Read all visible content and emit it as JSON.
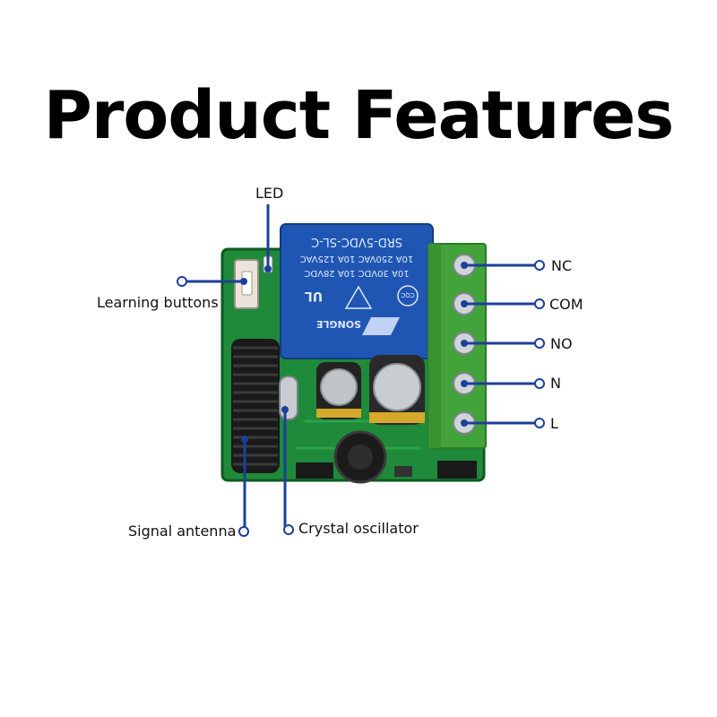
{
  "title": "Product Features",
  "colors": {
    "pcb": "#1f8a3a",
    "relay": "#1f56b3",
    "terminal": "#43a33b",
    "leader_line": "#1c3f9a"
  },
  "relay": {
    "line1": "SRD-5VDC-SL-C",
    "line2": "10A 250VAC 10A 125VAC",
    "line3": "10A 30VDC 10A 28VDC",
    "brand": "SONGLE",
    "cert_ul": "UL",
    "cert_cqc": "CQC"
  },
  "labels": {
    "led": "LED",
    "learning_buttons": "Learning buttons",
    "signal_antenna": "Signal antenna",
    "crystal_oscillator": "Crystal oscillator",
    "nc": "NC",
    "com": "COM",
    "no": "NO",
    "n": "N",
    "l": "L"
  }
}
